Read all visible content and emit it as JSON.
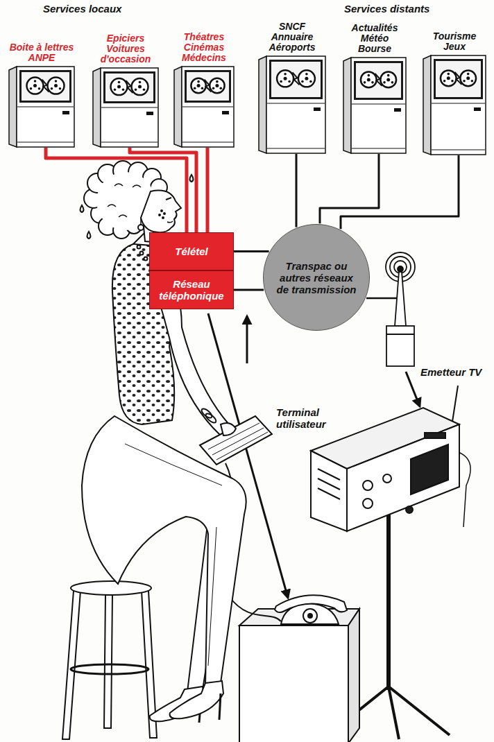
{
  "diagram": {
    "nodes": [
      {
        "text": [
          "Boite à lettres ANPE"
        ]
      },
      {
        "text": [
          "Epiciers Voitures d'occasion"
        ]
      },
      {
        "text": [
          "Théatres Cinémas Médecins"
        ]
      },
      {
        "text": [
          "SNCF Annuaire Aéroports"
        ]
      },
      {
        "text": [
          "Actualités Météo Bourse"
        ]
      },
      {
        "text": [
          "Tourisme Jeux"
        ]
      },
      {
        "text": [
          "Télétel"
        ]
      },
      {
        "text": [
          "Réseau téléphonique"
        ]
      },
      {
        "text": [
          "Transpac ou autres réseaux de transmission"
        ]
      }
    ],
    "edges": [
      {
        "from": 0,
        "to": 6,
        "arrow": "none"
      },
      {
        "from": 1,
        "to": 6,
        "arrow": "none"
      },
      {
        "from": 2,
        "to": 6,
        "arrow": "none"
      },
      {
        "from": 3,
        "to": 8,
        "arrow": "none"
      },
      {
        "from": 4,
        "to": 8,
        "arrow": "none"
      },
      {
        "from": 5,
        "to": 8,
        "arrow": "none"
      },
      {
        "from": 6,
        "to": 8,
        "arrow": "none"
      },
      {
        "from": 7,
        "to": 8,
        "arrow": "none"
      }
    ],
    "labels": [
      "Services locaux",
      "Services distants",
      "Emetteur TV",
      "Terminal utilisateur"
    ]
  }
}
